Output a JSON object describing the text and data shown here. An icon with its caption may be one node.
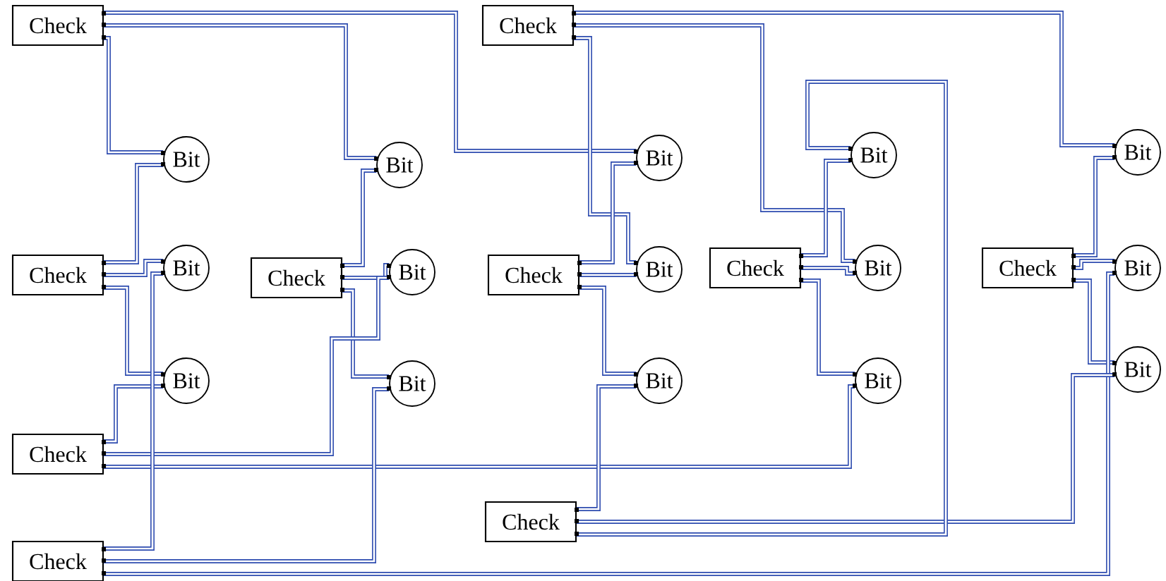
{
  "diagram": {
    "nodes": [
      {
        "text": [
          "Check"
        ]
      },
      {
        "text": [
          "Check"
        ]
      },
      {
        "text": [
          "Bit"
        ]
      },
      {
        "text": [
          "Bit"
        ]
      },
      {
        "text": [
          "Bit"
        ]
      },
      {
        "text": [
          "Bit"
        ]
      },
      {
        "text": [
          "Bit"
        ]
      },
      {
        "text": [
          "Check"
        ]
      },
      {
        "text": [
          "Bit"
        ]
      },
      {
        "text": [
          "Check"
        ]
      },
      {
        "text": [
          "Bit"
        ]
      },
      {
        "text": [
          "Check"
        ]
      },
      {
        "text": [
          "Bit"
        ]
      },
      {
        "text": [
          "Check"
        ]
      },
      {
        "text": [
          "Bit"
        ]
      },
      {
        "text": [
          "Check"
        ]
      },
      {
        "text": [
          "Bit"
        ]
      },
      {
        "text": [
          "Bit"
        ]
      },
      {
        "text": [
          "Bit"
        ]
      },
      {
        "text": [
          "Bit"
        ]
      },
      {
        "text": [
          "Bit"
        ]
      },
      {
        "text": [
          "Bit"
        ]
      },
      {
        "text": [
          "Check"
        ]
      },
      {
        "text": [
          "Check"
        ]
      },
      {
        "text": [
          "Check"
        ]
      }
    ],
    "edges": [
      {
        "from": 0,
        "to": 4,
        "arrow": "none"
      },
      {
        "from": 0,
        "to": 3,
        "arrow": "none"
      },
      {
        "from": 0,
        "to": 2,
        "arrow": "none"
      },
      {
        "from": 1,
        "to": 6,
        "arrow": "none"
      },
      {
        "from": 1,
        "to": 14,
        "arrow": "none"
      },
      {
        "from": 1,
        "to": 12,
        "arrow": "none"
      },
      {
        "from": 7,
        "to": 2,
        "arrow": "none"
      },
      {
        "from": 7,
        "to": 8,
        "arrow": "none"
      },
      {
        "from": 7,
        "to": 17,
        "arrow": "none"
      },
      {
        "from": 9,
        "to": 3,
        "arrow": "none"
      },
      {
        "from": 9,
        "to": 10,
        "arrow": "none"
      },
      {
        "from": 9,
        "to": 18,
        "arrow": "none"
      },
      {
        "from": 11,
        "to": 4,
        "arrow": "none"
      },
      {
        "from": 11,
        "to": 12,
        "arrow": "none"
      },
      {
        "from": 11,
        "to": 19,
        "arrow": "none"
      },
      {
        "from": 13,
        "to": 5,
        "arrow": "none"
      },
      {
        "from": 13,
        "to": 14,
        "arrow": "none"
      },
      {
        "from": 13,
        "to": 20,
        "arrow": "none"
      },
      {
        "from": 15,
        "to": 6,
        "arrow": "none"
      },
      {
        "from": 15,
        "to": 16,
        "arrow": "none"
      },
      {
        "from": 15,
        "to": 21,
        "arrow": "none"
      },
      {
        "from": 22,
        "to": 17,
        "arrow": "none"
      },
      {
        "from": 22,
        "to": 10,
        "arrow": "none"
      },
      {
        "from": 22,
        "to": 20,
        "arrow": "none"
      },
      {
        "from": 24,
        "to": 8,
        "arrow": "none"
      },
      {
        "from": 24,
        "to": 18,
        "arrow": "none"
      },
      {
        "from": 24,
        "to": 16,
        "arrow": "none"
      },
      {
        "from": 23,
        "to": 19,
        "arrow": "none"
      },
      {
        "from": 23,
        "to": 21,
        "arrow": "none"
      },
      {
        "from": 23,
        "to": 5,
        "arrow": "none"
      }
    ]
  }
}
